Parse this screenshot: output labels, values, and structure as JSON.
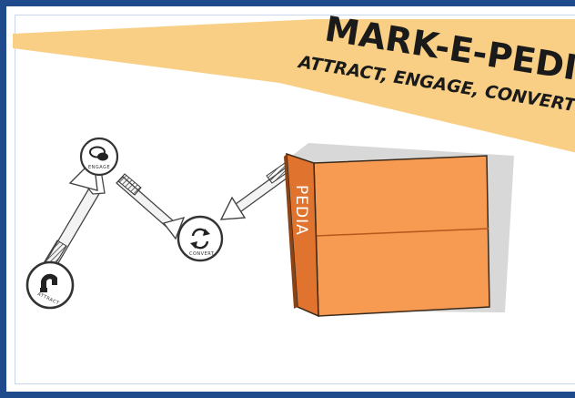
{
  "banner": {
    "title": "MARK-E-PEDIA",
    "tagline": "ATTRACT, ENGAGE, CONVERT",
    "color": "#f8cf84"
  },
  "funnel": {
    "nodes": [
      {
        "label": "ATTRACT",
        "icon": "magnet-icon"
      },
      {
        "label": "ENGAGE",
        "icon": "chat-icon"
      },
      {
        "label": "CONVERT",
        "icon": "refresh-icon"
      }
    ]
  },
  "book": {
    "spine_text": "PEDIA",
    "cover_color": "#f79a52",
    "spine_color": "#e0742f"
  },
  "frame_color": "#1f4a8c"
}
